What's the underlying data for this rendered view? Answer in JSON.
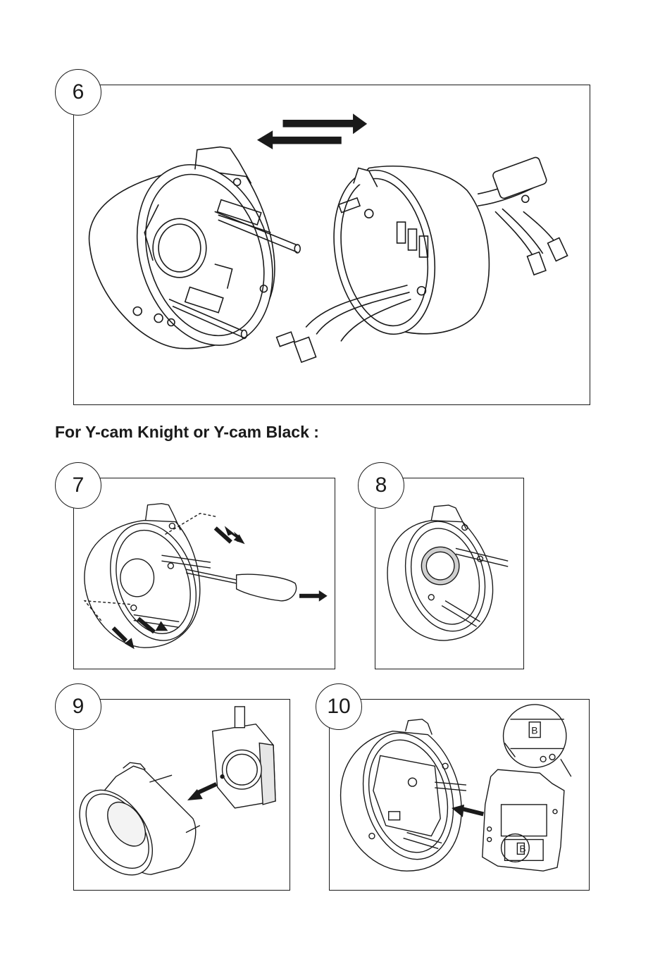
{
  "steps": [
    {
      "id": "6",
      "label": "6"
    },
    {
      "id": "7",
      "label": "7"
    },
    {
      "id": "8",
      "label": "8"
    },
    {
      "id": "9",
      "label": "9"
    },
    {
      "id": "10",
      "label": "10"
    }
  ],
  "section_heading": "For Y-cam Knight or Y-cam Black :",
  "detail_labels": {
    "magnified": "B",
    "board": "B"
  },
  "colors": {
    "line": "#1a1a1a",
    "fill": "#ffffff",
    "shade": "#cfcfcf"
  }
}
